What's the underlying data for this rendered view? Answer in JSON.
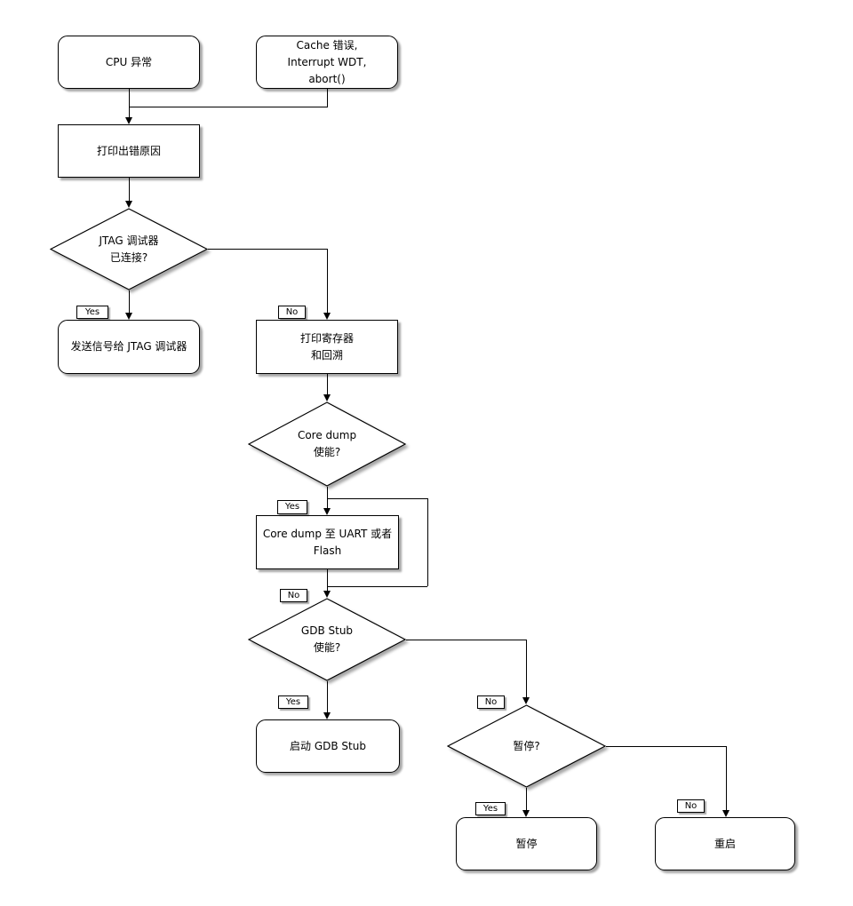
{
  "colors": {
    "background": "#ffffff",
    "shape_fill": "#ffffff",
    "line": "#000000",
    "shadow_rgba": "rgba(0,0,0,0.35)"
  },
  "edge_labels": {
    "yes": "Yes",
    "no": "No"
  },
  "nodes": {
    "cpu_exception": {
      "type": "rounded-start",
      "label": "CPU 异常"
    },
    "cache_error": {
      "type": "rounded-start",
      "lines": [
        "Cache 错误,",
        "Interrupt WDT,",
        "abort()"
      ]
    },
    "print_reason": {
      "type": "process",
      "label": "打印出错原因"
    },
    "jtag_connected": {
      "type": "decision",
      "lines": [
        "JTAG 调试器",
        "已连接?"
      ]
    },
    "send_signal_jtag": {
      "type": "rounded-terminal",
      "label": "发送信号给 JTAG 调试器"
    },
    "print_registers": {
      "type": "process",
      "lines": [
        "打印寄存器",
        "和回溯"
      ]
    },
    "core_dump_enabled": {
      "type": "decision",
      "lines": [
        "Core dump",
        "使能?"
      ]
    },
    "core_dump_uart_flash": {
      "type": "process",
      "label": "Core dump 至 UART 或者 Flash"
    },
    "gdb_stub_enabled": {
      "type": "decision",
      "lines": [
        "GDB Stub",
        "使能?"
      ]
    },
    "start_gdb_stub": {
      "type": "rounded-terminal",
      "label": "启动 GDB Stub"
    },
    "halt_decision": {
      "type": "decision",
      "label": "暂停?"
    },
    "halt": {
      "type": "rounded-terminal",
      "label": "暂停"
    },
    "reboot": {
      "type": "rounded-terminal",
      "label": "重启"
    }
  }
}
